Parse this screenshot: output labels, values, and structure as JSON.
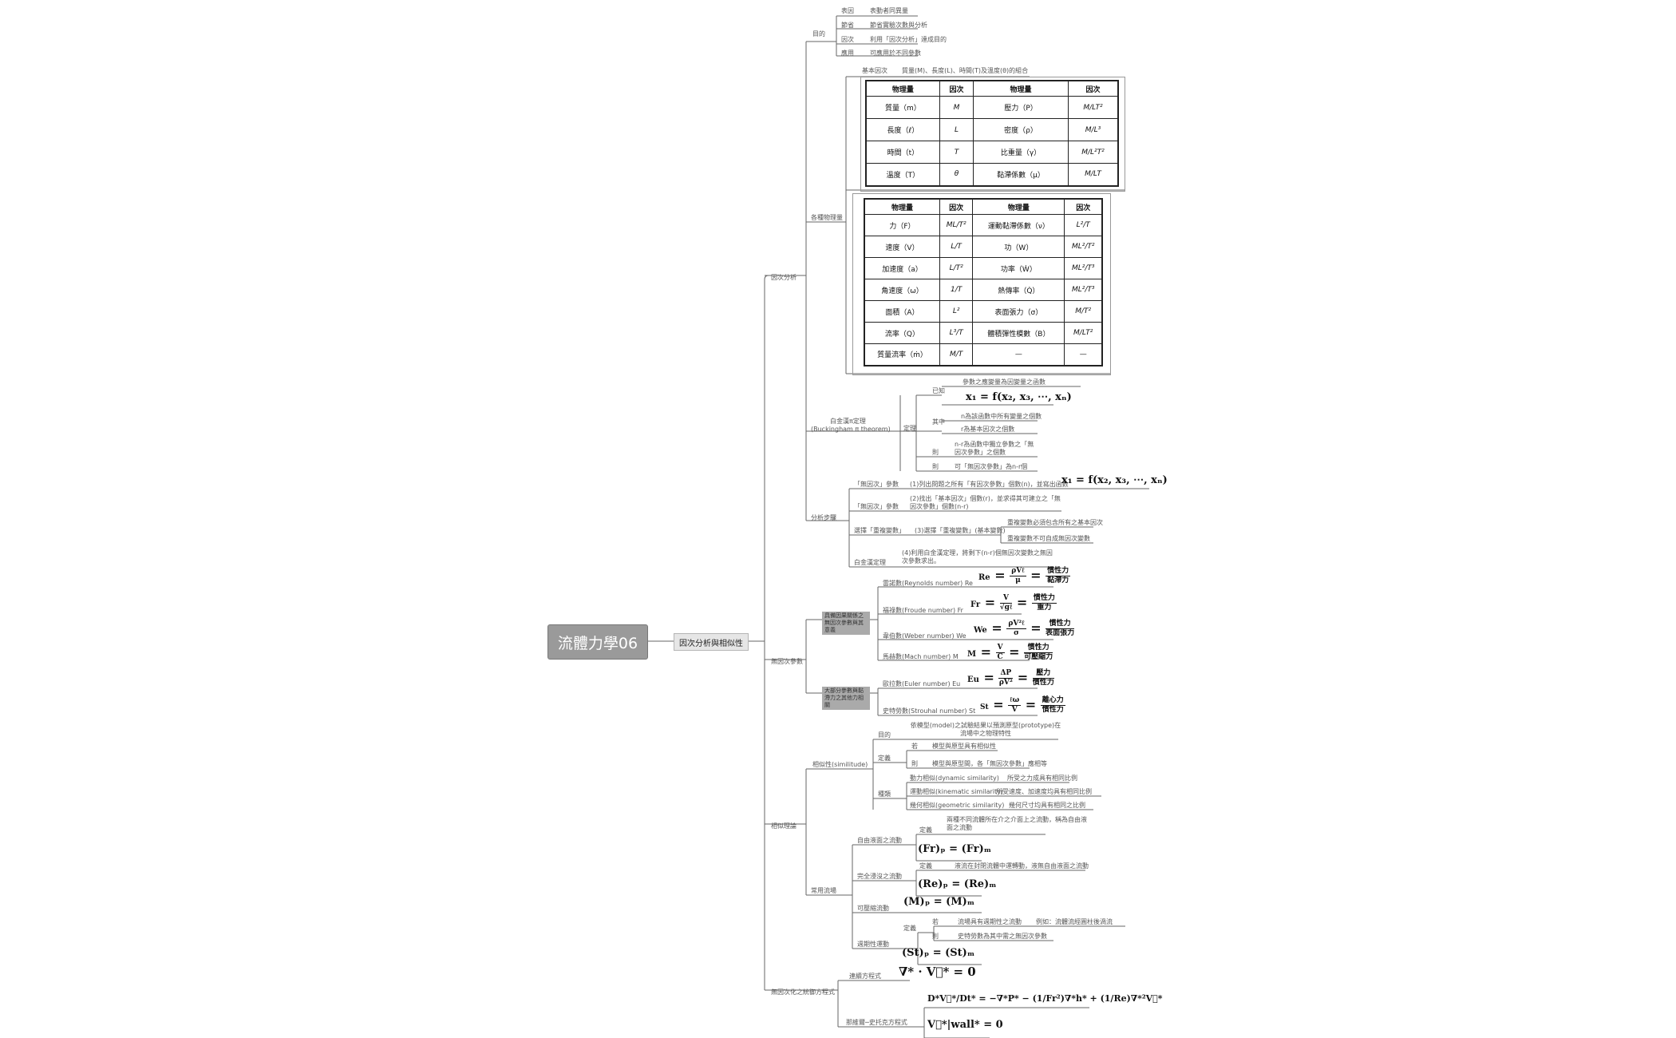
{
  "root": "流體力學06",
  "main": "因次分析與相似性",
  "sections": {
    "dim_analysis": "因次分析",
    "dimensionless_params": "無因次參數",
    "similarity_theory": "相似理論",
    "nondim_equations": "無因次化之統御方程式"
  },
  "purpose": {
    "label": "目的",
    "items": [
      {
        "k": "表因",
        "v": "表動者同異量"
      },
      {
        "k": "節省",
        "v": "節省實驗次數與分析"
      },
      {
        "k": "因次",
        "v": "利用「因次分析」達成目的"
      },
      {
        "k": "應用",
        "v": "可應用於不同參數"
      }
    ]
  },
  "basic_dims": {
    "label": "基本因次",
    "text": "質量(M)、長度(L)、時間(T)及溫度(θ)的組合"
  },
  "common_qty_label": "各種物理量",
  "table1": {
    "headers": [
      "物理量",
      "因次",
      "物理量",
      "因次"
    ],
    "rows": [
      [
        "質量（m）",
        "M",
        "壓力（P）",
        "M/LT²"
      ],
      [
        "長度（ℓ）",
        "L",
        "密度（ρ）",
        "M/L³"
      ],
      [
        "時間（t）",
        "T",
        "比重量（γ）",
        "M/L²T²"
      ],
      [
        "溫度（T）",
        "θ",
        "黏滯係數（μ）",
        "M/LT"
      ]
    ]
  },
  "table2": {
    "headers": [
      "物理量",
      "因次",
      "物理量",
      "因次"
    ],
    "rows": [
      [
        "力（F）",
        "ML/T²",
        "運動黏滯係數（ν）",
        "L²/T"
      ],
      [
        "速度（V）",
        "L/T",
        "功（W）",
        "ML²/T²"
      ],
      [
        "加速度（a）",
        "L/T²",
        "功率（Ẇ）",
        "ML²/T³"
      ],
      [
        "角速度（ω）",
        "1/T",
        "熱傳率（Q̇）",
        "ML²/T³"
      ],
      [
        "面積（A）",
        "L²",
        "表面張力（σ）",
        "M/T²"
      ],
      [
        "流率（Q）",
        "L³/T",
        "體積彈性模數（B）",
        "M/LT²"
      ],
      [
        "質量流率（ṁ）",
        "M/T",
        "—",
        "—"
      ]
    ]
  },
  "buckingham": {
    "label": "白金漢π定理",
    "label2": "(Buckingham π theorem)",
    "content": "定理",
    "l1": "已知",
    "t1": "參數之應變量為因變量之函數",
    "formula": "x₁ = f(x₂, x₃, ⋯, xₙ)",
    "l2": "其中",
    "t2": "n為該函數中所有變量之個數",
    "t3": "r為基本因次之個數",
    "l3": "則",
    "t4": "n-r為函數中獨立參數之「無因次參數」之個數",
    "l4": "則",
    "t5": "可「無因次參數」為n-r個"
  },
  "steps": {
    "label": "分析步驟",
    "s1_head": "「無因次」參數",
    "s1": "(1)列出問題之所有「有因次參數」個數(n)，並寫出函數",
    "s1_formula": "x₁ = f(x₂, x₃, ⋯, xₙ)",
    "s2_head": "「無因次」參數",
    "s2": "(2)找出「基本因次」個數(r)，並求得其可建立之「無因次參數」個數(n-r)",
    "s3_head": "選擇「重複變數」",
    "s3": "(3)選擇「重複變數」(基本變數)",
    "s3a": "重複變數必須包含所有之基本因次",
    "s3b": "重複變數不可自成無因次變數",
    "s4_head": "白金漢定理",
    "s4": "(4)利用白金漢定理，將剩下(n-r)個無因次變數之無因次參數求出。"
  },
  "dimless": {
    "group1": "具備因果關係之無因次參數與其意義",
    "group2": "大部分參數與黏滯力之其他力相關",
    "items": [
      {
        "name": "雷諾數(Reynolds number) Re",
        "sym": "Re",
        "lhs_num": "ρVℓ",
        "lhs_den": "μ",
        "rhs_num": "慣性力",
        "rhs_den": "黏滯力"
      },
      {
        "name": "福祿數(Froude number) Fr",
        "sym": "Fr",
        "lhs_num": "V",
        "lhs_den": "√gℓ",
        "rhs_num": "慣性力",
        "rhs_den": "重力"
      },
      {
        "name": "韋伯數(Weber number) We",
        "sym": "We",
        "lhs_num": "ρV²ℓ",
        "lhs_den": "σ",
        "rhs_num": "慣性力",
        "rhs_den": "表面張力"
      },
      {
        "name": "馬赫數(Mach number) M",
        "sym": "M",
        "lhs_num": "V",
        "lhs_den": "C",
        "rhs_num": "慣性力",
        "rhs_den": "可壓縮力"
      },
      {
        "name": "歐拉數(Euler number) Eu",
        "sym": "Eu",
        "lhs_num": "ΔP",
        "lhs_den": "ρV²",
        "rhs_num": "壓力",
        "rhs_den": "慣性力"
      },
      {
        "name": "史特勞數(Strouhal number) St",
        "sym": "St",
        "lhs_num": "ℓω",
        "lhs_den": "V",
        "rhs_num": "離心力",
        "rhs_den": "慣性力"
      }
    ]
  },
  "similitude": {
    "label": "相似性(similitude)",
    "purpose": "目的",
    "purpose_text": "依模型(model)之試驗結果以預測原型(prototype)在流場中之物理特性",
    "conditions": "定義",
    "c1k": "若",
    "c1": "模型與原型具有相似性",
    "c2k": "則",
    "c2": "模型與原型間，各「無因次參數」應相等",
    "types": "種類",
    "t1": "動力相似(dynamic similarity)",
    "t1d": "所受之力成具有相同比例",
    "t2": "運動相似(kinematic similarity)",
    "t2d": "所受速度、加速度均具有相同比例",
    "t3": "幾何相似(geometric similarity)",
    "t3d": "幾何尺寸均具有相同之比例"
  },
  "applications": {
    "label": "常用流場",
    "free_surface": "自由液面之流動",
    "fs_def": "定義",
    "fs_text": "兩種不同流體所在介之介面上之流動，稱為自由液面之流動",
    "fs_formula": "(Fr)ₚ = (Fr)ₘ",
    "closed": "完全浸沒之流動",
    "cl_def": "定義",
    "cl_text": "液流在封閉流體中運轉動，液無自由液面之流動",
    "cl_formula": "(Re)ₚ = (Re)ₘ",
    "compressible": "可壓縮流動",
    "cp_formula": "(M)ₚ = (M)ₘ",
    "periodic": "週期性運動",
    "pd_def": "定義",
    "pd_k1": "若",
    "pd_t1": "流場具有週期性之流動",
    "pd_t1b": "例如：流體流經圓柱後渦流",
    "pd_k2": "則",
    "pd_t2": "史特勞數為其中需之無因次參數",
    "pd_formula": "(St)ₚ = (St)ₘ"
  },
  "equations": {
    "continuity": "連續方程式",
    "continuity_formula": "∇* · V⃗* = 0",
    "momentum": "那維爾─史托克方程式",
    "momentum_formula": "D*V⃗*/Dt* = −∇*P* − (1/Fr²)∇*h* + (1/Re)∇*²V⃗*",
    "bc_formula": "V⃗*|wall* = 0"
  }
}
